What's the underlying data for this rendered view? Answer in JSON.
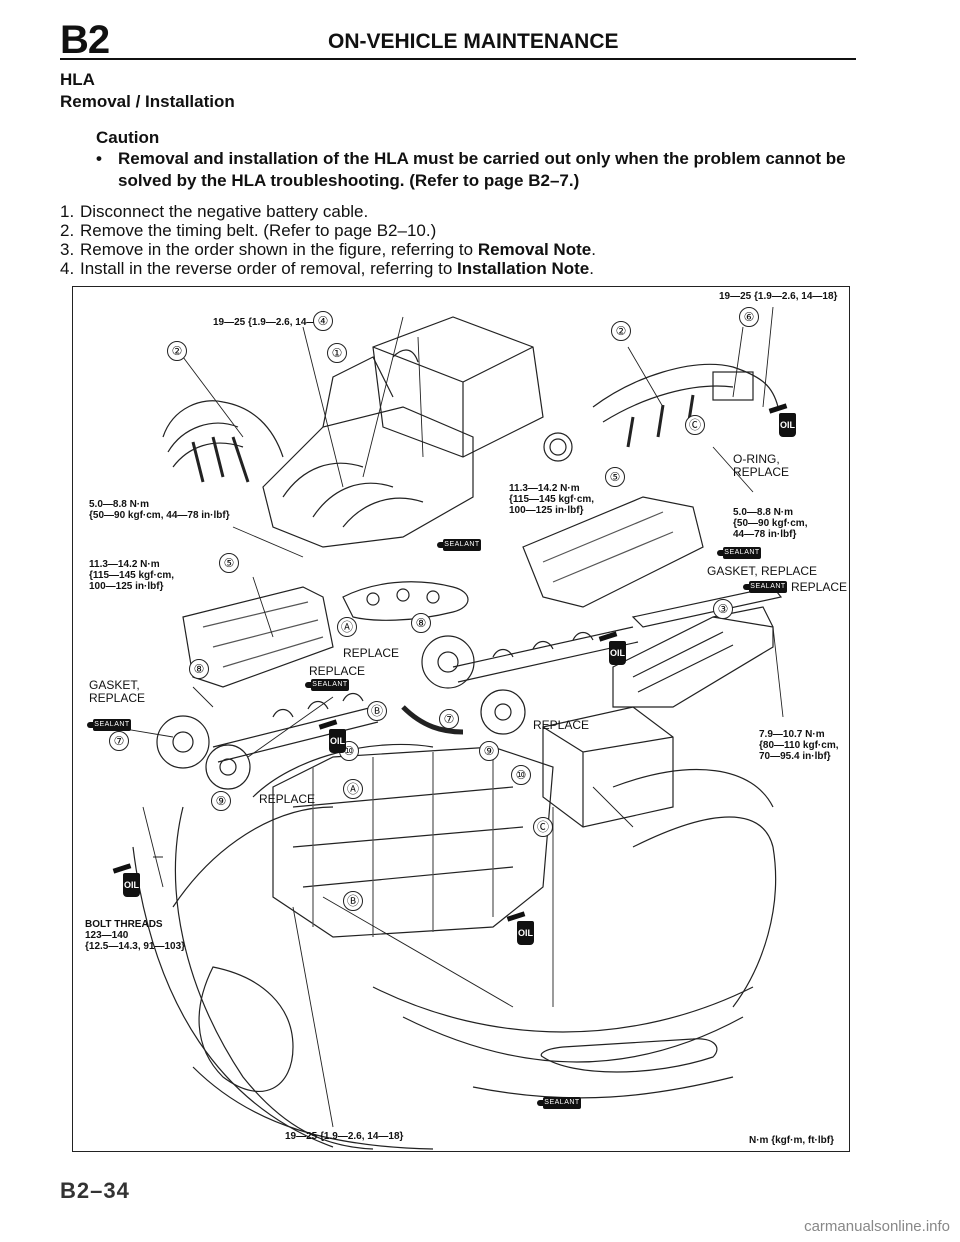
{
  "header": {
    "section_code": "B2",
    "title": "ON-VEHICLE MAINTENANCE"
  },
  "section": {
    "title": "HLA",
    "subtitle": "Removal / Installation"
  },
  "caution": {
    "label": "Caution",
    "bullet": "•",
    "text": "Removal and installation of the HLA must be carried out only when the problem cannot be solved by the HLA troubleshooting. (Refer to page B2–7.)"
  },
  "steps": [
    {
      "num": "1.",
      "text": "Disconnect the negative battery cable.",
      "bold": ""
    },
    {
      "num": "2.",
      "text": "Remove the timing belt. (Refer to page B2–10.)",
      "bold": ""
    },
    {
      "num": "3.",
      "text": "Remove in the order shown in the figure, referring to ",
      "bold": "Removal Note",
      "end": "."
    },
    {
      "num": "4.",
      "text": "Install in the reverse order of removal, referring to ",
      "bold": "Installation Note",
      "end": "."
    }
  ],
  "figure": {
    "torque_top_right": "19—25 {1.9—2.6, 14—18}",
    "torque_top_left": "19—25 {1.9—2.6, 14—18}",
    "torque_left_cover": [
      "5.0—8.8 N·m",
      "{50—90 kgf·cm, 44—78 in·lbf}"
    ],
    "torque_left_mid": [
      "11.3—14.2 N·m",
      "{115—145 kgf·cm,",
      "100—125 in·lbf}"
    ],
    "torque_center": [
      "11.3—14.2 N·m",
      "{115—145 kgf·cm,",
      "100—125 in·lbf}"
    ],
    "torque_right_cover": [
      "5.0—8.8 N·m",
      "{50—90 kgf·cm,",
      "44—78 in·lbf}"
    ],
    "torque_right_low": [
      "7.9—10.7 N·m",
      "{80—110 kgf·cm,",
      "70—95.4 in·lbf}"
    ],
    "torque_bolt_threads": [
      "BOLT THREADS",
      "123—140",
      "{12.5—14.3, 91—103}"
    ],
    "torque_bottom": "19—25 {1.9—2.6, 14—18}",
    "units": "N·m {kgf·m, ft·lbf}",
    "oring": [
      "O-RING,",
      "REPLACE"
    ],
    "gasket_replace_right": "GASKET, REPLACE",
    "replace": "REPLACE",
    "gasket_replace_left": [
      "GASKET,",
      "REPLACE"
    ],
    "oil_text": "OIL",
    "sealant_text": "SEALANT",
    "callouts": {
      "c1": "①",
      "c2": "②",
      "c3": "③",
      "c4": "④",
      "c5": "⑤",
      "c6": "⑥",
      "c7": "⑦",
      "c8": "⑧",
      "c9": "⑨",
      "c10": "⑩",
      "cA": "Ⓐ",
      "cB": "Ⓑ",
      "cC": "Ⓒ"
    }
  },
  "footer": {
    "page_number": "B2–34",
    "watermark": "carmanualsonline.info"
  }
}
